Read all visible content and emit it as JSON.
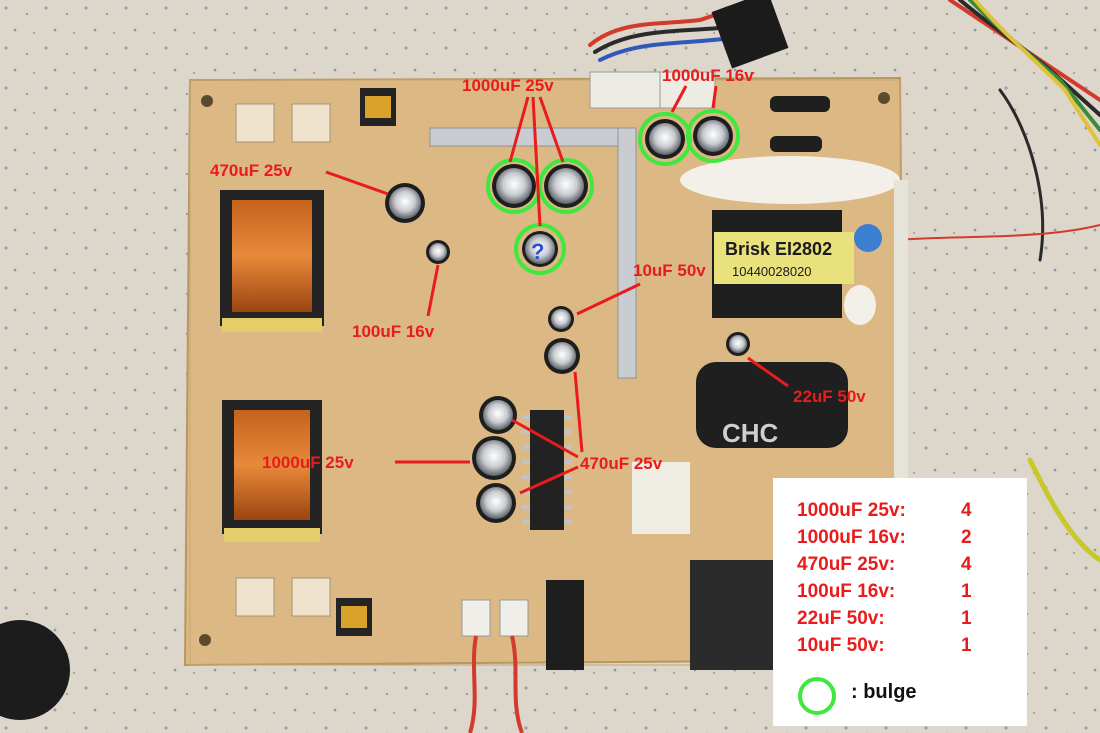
{
  "photo": {
    "labels": {
      "top_cap_left": "1000uF 25v",
      "top_cap_right": "1000uF 16v",
      "left_470": "470uF 25v",
      "left_100": "100uF 16v",
      "mid_10": "10uF 50v",
      "right_22": "22uF 50v",
      "bottom_1000": "1000uF 25v",
      "bottom_470": "470uF 25v",
      "question_mark": "?",
      "transformer_brand": "Brisk EI2802",
      "transformer_code": "10440028020",
      "bulk_cap_brand": "CHC"
    },
    "colors": {
      "label_red": "#e81c1c",
      "bulge_green": "#3ee83e",
      "board": "#d9b77d",
      "background": "#d9d3c8"
    }
  },
  "legend": {
    "rows": [
      {
        "name": "1000uF 25v:",
        "count": "4"
      },
      {
        "name": "1000uF 16v:",
        "count": "2"
      },
      {
        "name": "470uF 25v:",
        "count": "4"
      },
      {
        "name": "100uF 16v:",
        "count": "1"
      },
      {
        "name": "22uF 50v:",
        "count": "1"
      },
      {
        "name": "10uF 50v:",
        "count": "1"
      }
    ],
    "bulge_label": ": bulge"
  }
}
